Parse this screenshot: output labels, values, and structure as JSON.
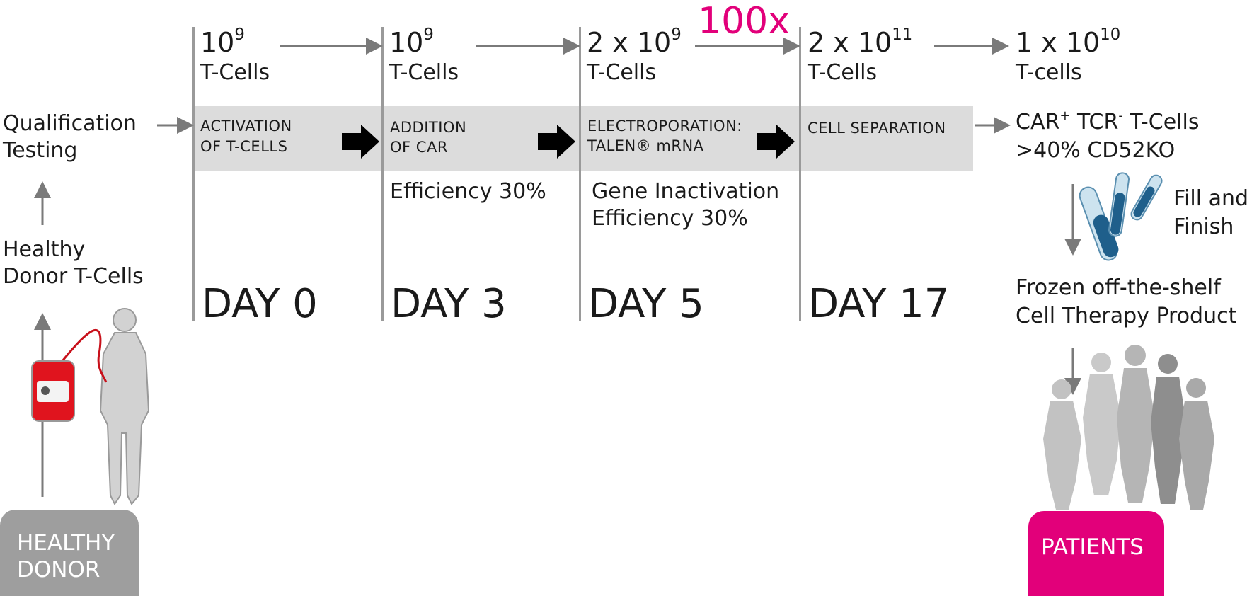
{
  "colors": {
    "accent": "#e2007a",
    "grey_badge": "#9e9e9e",
    "band": "#dcdcdc",
    "arrow": "#7a7a7a"
  },
  "multiplier": "100x",
  "stages": [
    {
      "count_base": "10",
      "count_exp": "9",
      "cells": "T-Cells",
      "step_line1": "ACTIVATION",
      "step_line2": "OF T-CELLS",
      "day": "DAY 0"
    },
    {
      "count_base": "10",
      "count_exp": "9",
      "cells": "T-Cells",
      "step_line1": "ADDITION",
      "step_line2": "OF CAR",
      "note_line1": "Efficiency 30%",
      "day": "DAY 3"
    },
    {
      "count_base": "2 x 10",
      "count_exp": "9",
      "cells": "T-Cells",
      "step_line1": "ELECTROPORATION:",
      "step_line2": "TALEN® mRNA",
      "note_line1": "Gene Inactivation",
      "note_line2": "Efficiency 30%",
      "day": "DAY 5"
    },
    {
      "count_base": "2 x 10",
      "count_exp": "11",
      "cells": "T-Cells",
      "step_line1": "CELL SEPARATION",
      "day": "DAY 17"
    },
    {
      "count_base": "1 x 10",
      "count_exp": "10",
      "cells": "T-cells"
    }
  ],
  "donor": {
    "qualification_line1": "Qualification",
    "qualification_line2": "Testing",
    "healthy_line1": "Healthy",
    "healthy_line2": "Donor T-Cells",
    "badge_line1": "HEALTHY",
    "badge_line2": "DONOR"
  },
  "product": {
    "car_text": "CAR",
    "car_sup": "+",
    "tcr_text": " TCR",
    "tcr_sup": "-",
    "tcells_text": " T-Cells",
    "ko_line": ">40% CD52KO",
    "fill_line1": "Fill and",
    "fill_line2": "Finish",
    "frozen_line1": "Frozen off-the-shelf",
    "frozen_line2": "Cell Therapy Product"
  },
  "patients_badge": "PATIENTS"
}
